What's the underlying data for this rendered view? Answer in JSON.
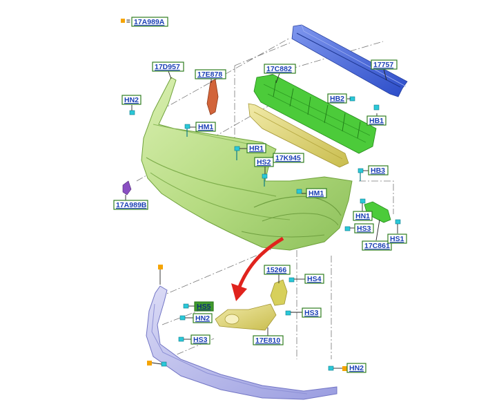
{
  "legend": {
    "equals": "=",
    "code": "17A989A",
    "marker_color": "#f5a400"
  },
  "callouts": {
    "c_17d957": "17D957",
    "c_17e878": "17E878",
    "c_17c882": "17C882",
    "c_17757": "17757",
    "c_hn2_top": "HN2",
    "c_hb2": "HB2",
    "c_hb1": "HB1",
    "c_hm1_top": "HM1",
    "c_hr1": "HR1",
    "c_hs2": "HS2",
    "c_17k945": "17K945",
    "c_hb3": "HB3",
    "c_hm1_mid": "HM1",
    "c_17a989b": "17A989B",
    "c_hn1": "HN1",
    "c_hs3_right": "HS3",
    "c_17c861": "17C861",
    "c_hs1": "HS1",
    "c_15266": "15266",
    "c_hs4": "HS4",
    "c_hs5": "HS5",
    "c_hn2_mid": "HN2",
    "c_hs3_mid": "HS3",
    "c_hs3_low": "HS3",
    "c_17e810": "17E810",
    "c_hn2_bottom": "HN2"
  },
  "colors": {
    "bumper_cover": "#b7dc83",
    "reinforcement": "#3f63d8",
    "absorber": "#4ccb3a",
    "lower_absorber": "#d8cf6e",
    "lower_lip": "#b4b6ea",
    "bracket": "#e6df8a",
    "reflector": "#d2643a",
    "clip": "#2bc8d8",
    "arrow": "#e0231d"
  }
}
